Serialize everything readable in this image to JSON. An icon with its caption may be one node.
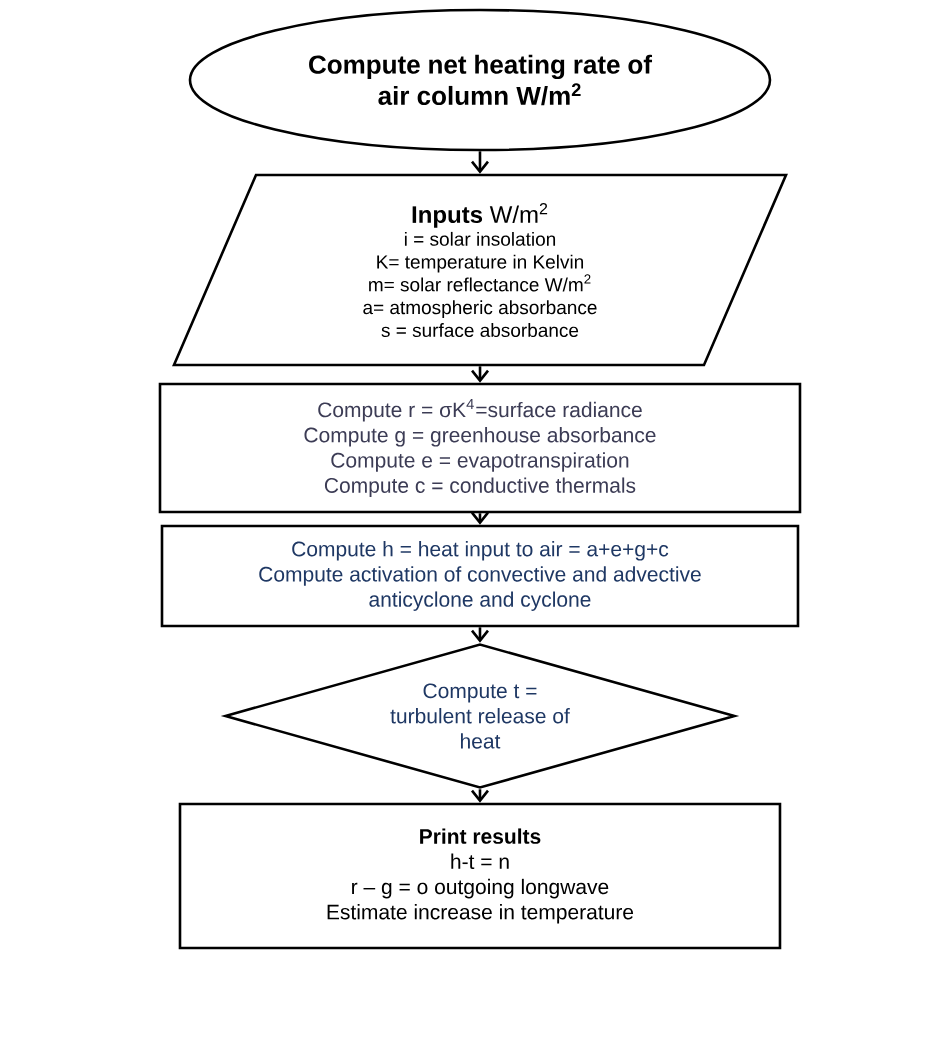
{
  "diagram": {
    "nodes": [
      {
        "text": [
          "Compute net heating rate of air column  W/m$^{2}$"
        ]
      },
      {
        "text": [
          "**Inputs** W/m$^{2}$",
          "i = solar insolation",
          "K= temperature in Kelvin",
          "m= solar reflectance W/m$^{2}$",
          "a= atmospheric absorbance",
          "s = surface absorbance"
        ]
      },
      {
        "text": [
          "Compute r = σK$^{4}$=surface radiance",
          "Compute g = greenhouse absorbance",
          "Compute e = evapotranspiration",
          "Compute c = conductive thermals"
        ]
      },
      {
        "text": [
          "Compute h = heat input to air = a+e+g+c",
          "Compute activation of convective and advective anticyclone and cyclone"
        ]
      },
      {
        "text": [
          "Compute t = turbulent release of heat"
        ]
      },
      {
        "text": [
          "Print results",
          "h-t = n",
          "r – g = o outgoing longwave",
          "Estimate increase in temperature"
        ]
      }
    ],
    "edges": [
      {
        "from": 0,
        "to": 1,
        "arrow": "to"
      },
      {
        "from": 1,
        "to": 2,
        "arrow": "to"
      },
      {
        "from": 2,
        "to": 3,
        "arrow": "to"
      },
      {
        "from": 3,
        "to": 4,
        "arrow": "to"
      },
      {
        "from": 4,
        "to": 5,
        "arrow": "to"
      }
    ]
  }
}
